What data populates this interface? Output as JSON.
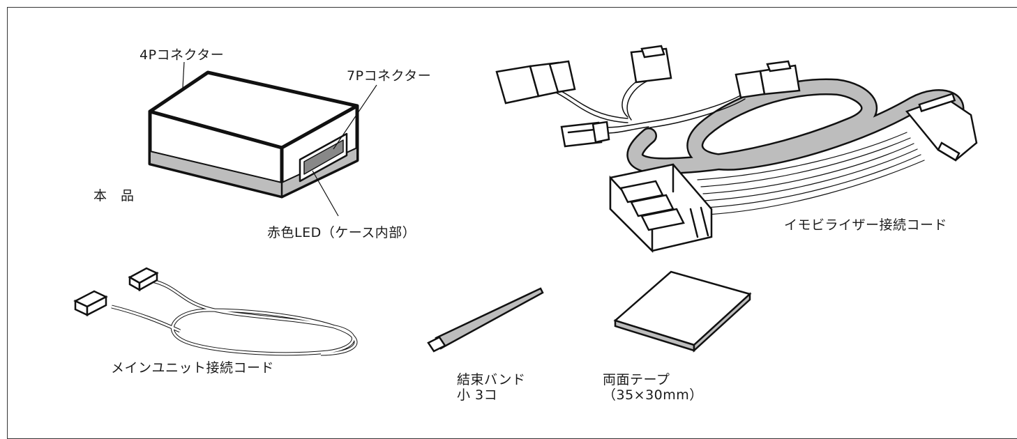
{
  "labels": {
    "connector_4p": "4Pコネクター",
    "connector_7p": "7Pコネクター",
    "main_unit": "本　品",
    "red_led": "赤色LED（ケース内部）",
    "immobilizer_cord": "イモビライザー接続コード",
    "main_unit_cord": "メインユニット接続コード",
    "cable_tie_line1": "結束バンド",
    "cable_tie_line2": "小 3コ",
    "tape_line1": "両面テープ",
    "tape_line2": "（35×30mm）"
  }
}
